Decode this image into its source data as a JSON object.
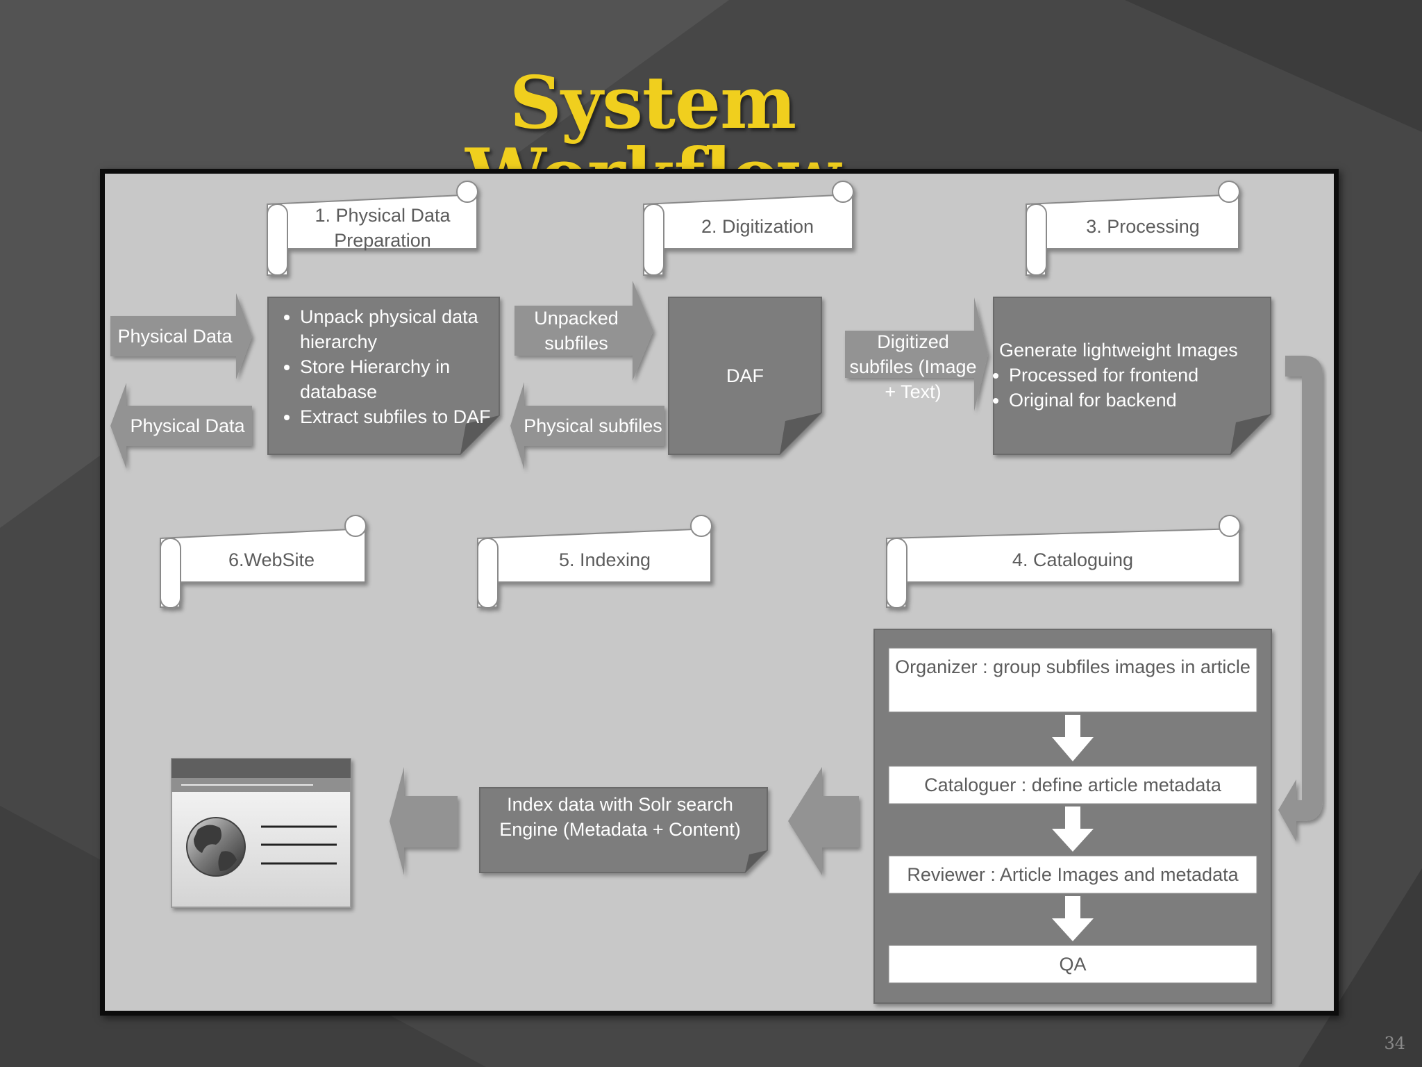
{
  "slide": {
    "title": "System Workflow",
    "page_number": "34"
  },
  "stages": {
    "s1": "1. Physical Data Preparation",
    "s2": "2. Digitization",
    "s3": "3. Processing",
    "s4": "4. Cataloguing",
    "s5": "5. Indexing",
    "s6": "6.WebSite"
  },
  "arrows": {
    "physical_in": "Physical Data",
    "physical_out": "Physical Data",
    "unpacked": "Unpacked subfiles",
    "physical_subfiles": "Physical subfiles",
    "digitized": "Digitized subfiles (Image + Text)"
  },
  "boxes": {
    "prep_items": [
      "Unpack physical data hierarchy",
      "Store Hierarchy in database",
      "Extract subfiles to DAF"
    ],
    "daf": "DAF",
    "processing_title": "Generate lightweight Images",
    "processing_items": [
      "Processed for frontend",
      "Original for backend"
    ],
    "indexing": "Index data with Solr search Engine (Metadata + Content)"
  },
  "cataloguing_steps": [
    "Organizer : group subfiles images in article",
    "Cataloguer : define article metadata",
    "Reviewer : Article Images and metadata",
    "QA"
  ],
  "colors": {
    "background": "#474747",
    "title": "#f0cf1e",
    "canvas": "#c8c8c8",
    "box": "#7d7d7d",
    "arrow": "#939393"
  },
  "icons": [
    "website-globe-icon"
  ]
}
